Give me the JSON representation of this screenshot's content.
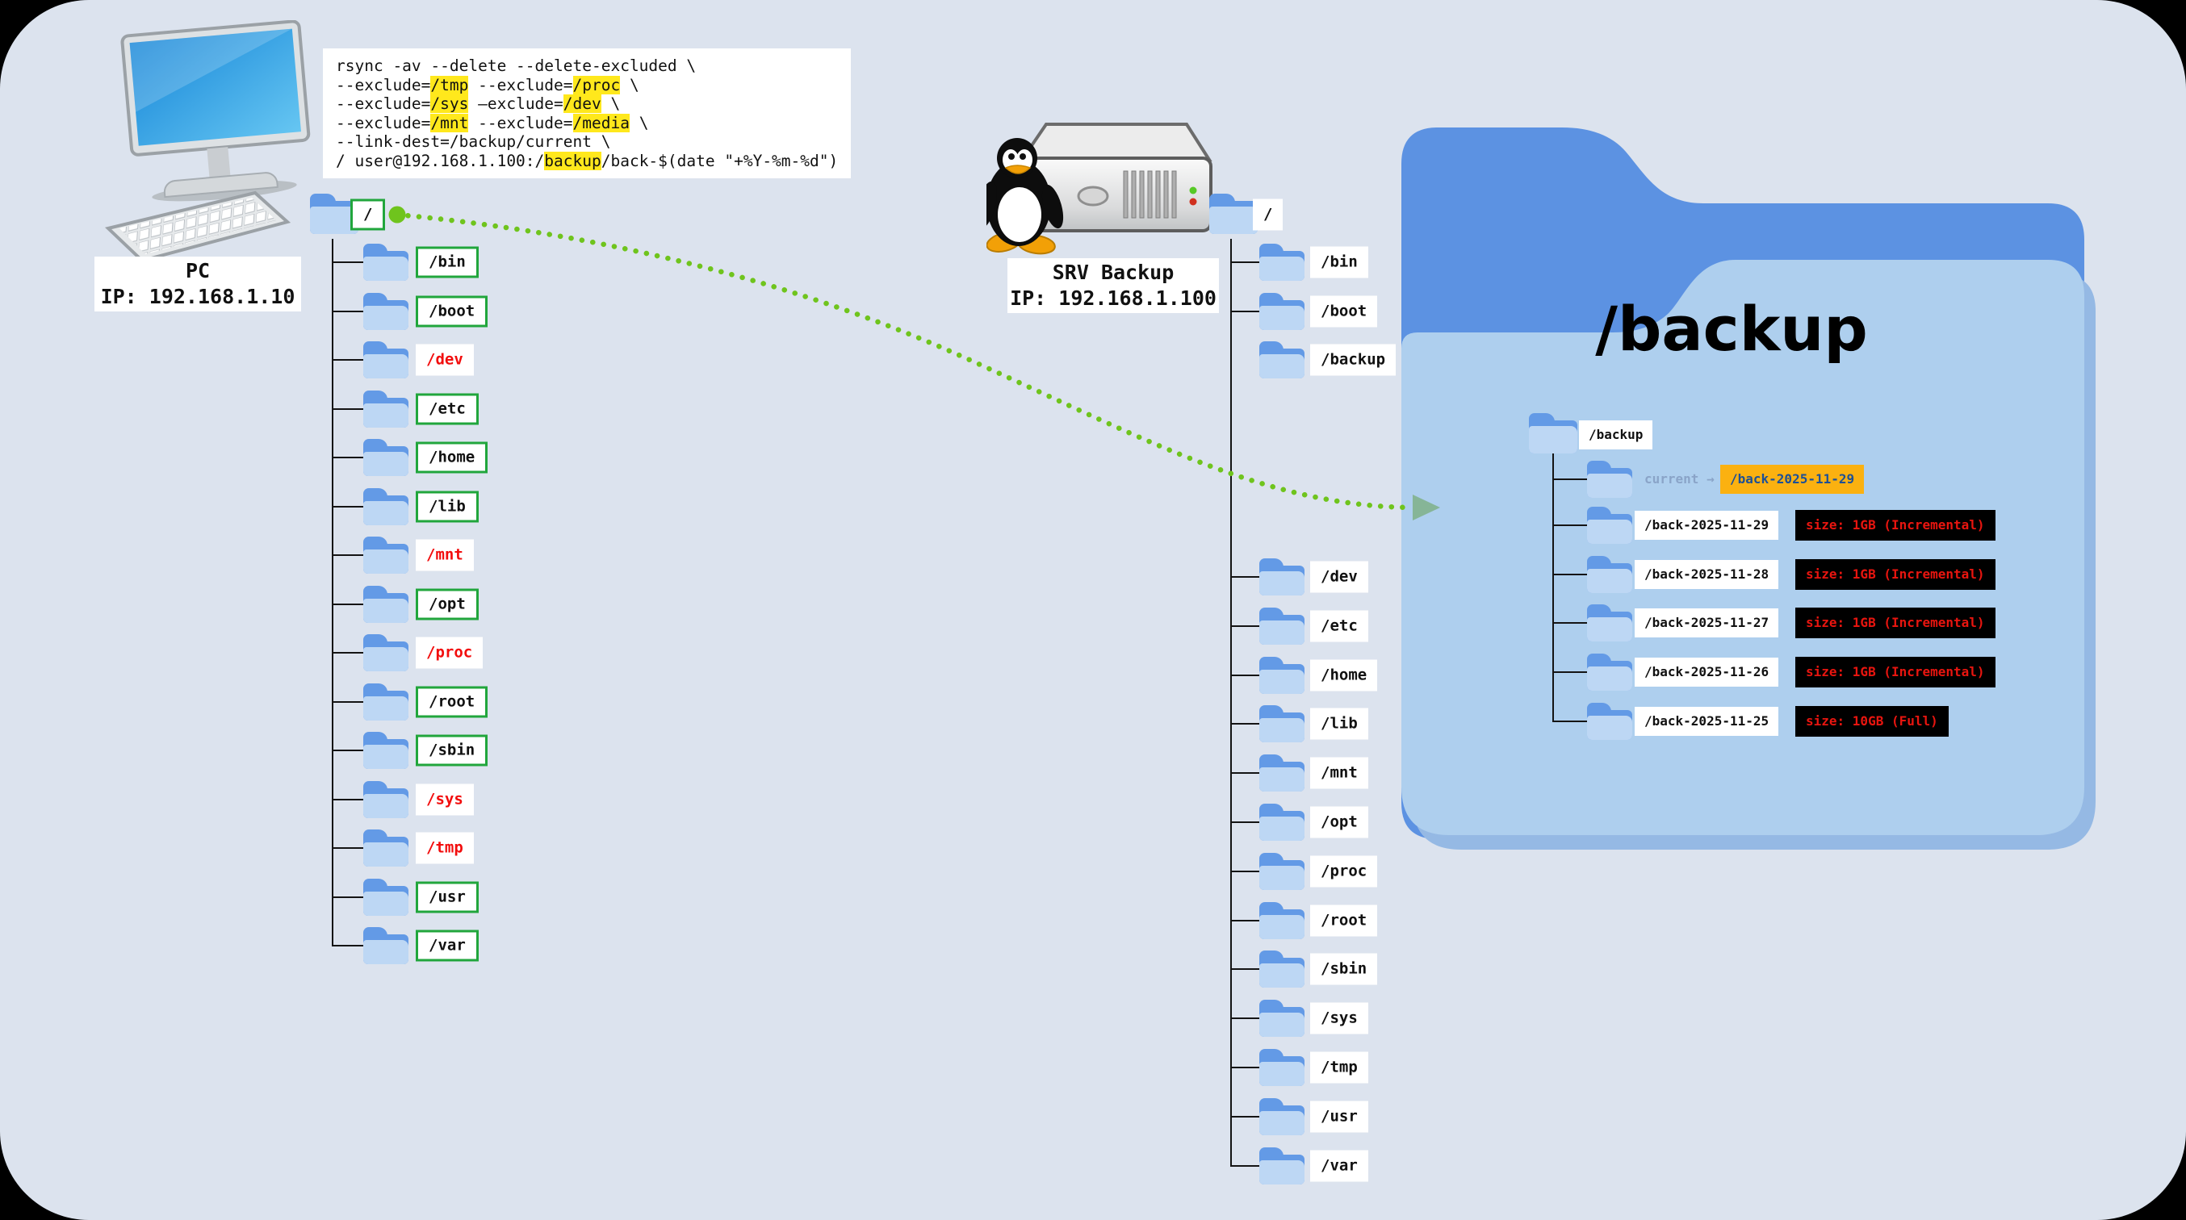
{
  "palette": {
    "canvas_bg": "#dce3ee",
    "folder_tab": "#639ae6",
    "folder_body": "#bdd7f4",
    "bigfolder_back": "#5c92e2",
    "bigfolder_front": "#aecfee",
    "bigfolder_shadow": "#95b9e4",
    "include_border_green": "#21a63c",
    "exclude_red": "#f20d0d",
    "link_green": "#6fc41d",
    "highlight_yellow": "#ffe81c",
    "current_orange": "#fbb110",
    "current_target_text": "#1d5096",
    "current_label_gray": "#8aa4c8",
    "size_badge_bg": "#000000",
    "size_badge_text": "#e8150f"
  },
  "pc": {
    "name": "PC",
    "ip": "IP: 192.168.1.10"
  },
  "server": {
    "name": "SRV Backup",
    "ip": "IP: 192.168.1.100"
  },
  "rsync_command": {
    "lines": [
      [
        {
          "t": "rsync -av --delete --delete-excluded \\"
        }
      ],
      [
        {
          "t": "--exclude="
        },
        {
          "t": "/tmp",
          "h": 1
        },
        {
          "t": " --exclude="
        },
        {
          "t": "/proc",
          "h": 1
        },
        {
          "t": " \\"
        }
      ],
      [
        {
          "t": "--exclude="
        },
        {
          "t": "/sys",
          "h": 1
        },
        {
          "t": " –exclude="
        },
        {
          "t": "/dev",
          "h": 1
        },
        {
          "t": " \\"
        }
      ],
      [
        {
          "t": "--exclude="
        },
        {
          "t": "/mnt",
          "h": 1
        },
        {
          "t": " --exclude="
        },
        {
          "t": "/media",
          "h": 1
        },
        {
          "t": " \\"
        }
      ],
      [
        {
          "t": "--link-dest=/backup/current \\"
        }
      ],
      [
        {
          "t": "/ user@192.168.1.100:/"
        },
        {
          "t": "backup",
          "h": 1
        },
        {
          "t": "/back-$(date \"+%Y-%m-%d\")"
        }
      ]
    ]
  },
  "pc_tree": {
    "root": "/",
    "dirs": [
      {
        "label": "/bin",
        "status": "included"
      },
      {
        "label": "/boot",
        "status": "included"
      },
      {
        "label": "/dev",
        "status": "excluded"
      },
      {
        "label": "/etc",
        "status": "included"
      },
      {
        "label": "/home",
        "status": "included"
      },
      {
        "label": "/lib",
        "status": "included"
      },
      {
        "label": "/mnt",
        "status": "excluded"
      },
      {
        "label": "/opt",
        "status": "included"
      },
      {
        "label": "/proc",
        "status": "excluded"
      },
      {
        "label": "/root",
        "status": "included"
      },
      {
        "label": "/sbin",
        "status": "included"
      },
      {
        "label": "/sys",
        "status": "excluded"
      },
      {
        "label": "/tmp",
        "status": "excluded"
      },
      {
        "label": "/usr",
        "status": "included"
      },
      {
        "label": "/var",
        "status": "included"
      }
    ]
  },
  "srv_tree": {
    "root": "/",
    "dirs": [
      {
        "label": "/bin"
      },
      {
        "label": "/boot"
      },
      {
        "label": "/backup"
      },
      {
        "label": "/dev"
      },
      {
        "label": "/etc"
      },
      {
        "label": "/home"
      },
      {
        "label": "/lib"
      },
      {
        "label": "/mnt"
      },
      {
        "label": "/opt"
      },
      {
        "label": "/proc"
      },
      {
        "label": "/root"
      },
      {
        "label": "/sbin"
      },
      {
        "label": "/sys"
      },
      {
        "label": "/tmp"
      },
      {
        "label": "/usr"
      },
      {
        "label": "/var"
      }
    ]
  },
  "backup_panel": {
    "title": "/backup",
    "root_label": "/backup",
    "current_label": "current",
    "current_arrow": "→",
    "current_target": "/back-2025-11-29",
    "snapshots": [
      {
        "label": "/back-2025-11-29",
        "size": "size: 1GB (Incremental)"
      },
      {
        "label": "/back-2025-11-28",
        "size": "size: 1GB (Incremental)"
      },
      {
        "label": "/back-2025-11-27",
        "size": "size: 1GB (Incremental)"
      },
      {
        "label": "/back-2025-11-26",
        "size": "size: 1GB (Incremental)"
      },
      {
        "label": "/back-2025-11-25",
        "size": "size: 10GB (Full)"
      }
    ]
  }
}
